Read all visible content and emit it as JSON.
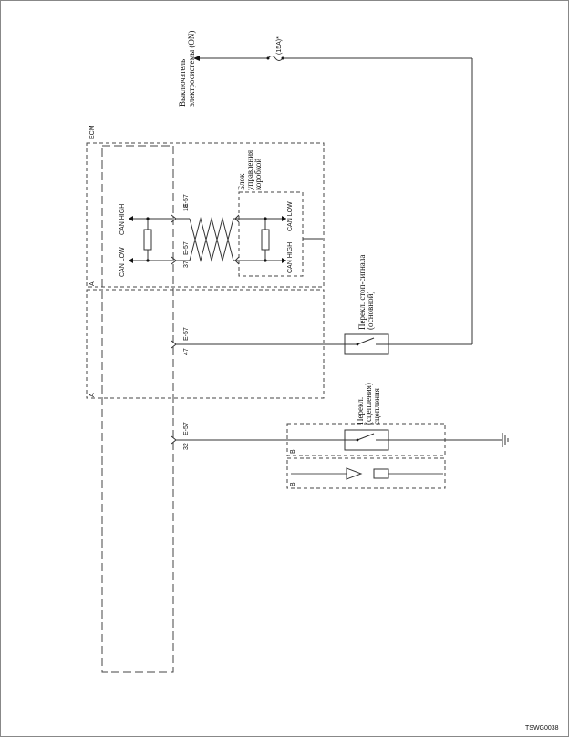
{
  "diagram": {
    "power_source_label_1": "Выключатель",
    "power_source_label_2": "электросистемы (ON)",
    "fuse_label": "(15A)*",
    "ecm_label": "ECM",
    "can_high_left": "CAN HIGH",
    "can_low_left": "CAN LOW",
    "can_high_right": "CAN HIGH",
    "can_low_right": "CAN LOW",
    "connector_e57": "E-57",
    "pin_18": "18",
    "pin_37": "37",
    "pin_47": "47",
    "pin_32": "32",
    "control_unit_label_1": "Блок",
    "control_unit_label_2": "управления",
    "control_unit_label_3": "коробкой",
    "brake_switch_label_1": "Перекл. стоп-сигнала",
    "brake_switch_label_2": "(основной)",
    "clutch_switch_label_1": "Перекл.",
    "clutch_switch_label_2": "(сцепления)",
    "clutch_switch_label_3": "сцепления",
    "marker_a_1": "A",
    "marker_a_2": "A",
    "marker_b_1": "B",
    "marker_b_2": "B",
    "figure_code": "TSWG0038"
  }
}
